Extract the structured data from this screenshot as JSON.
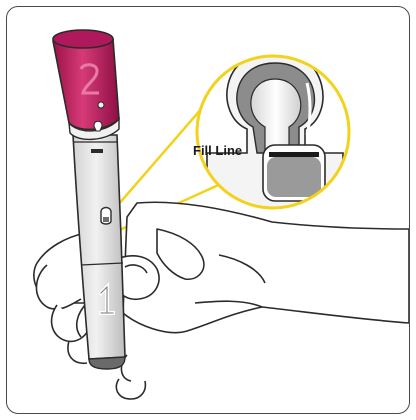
{
  "diagram": {
    "fill_line_label": "Fill Line",
    "cap_number": "2",
    "base_number": "1"
  },
  "colors": {
    "cap": "#c2185b",
    "cap_dark": "#8e0f43",
    "cap_highlight": "#e87aa6",
    "callout_circle": "#f2d21b",
    "pen_body": "#e6e6e6",
    "outline": "#2b2b2b"
  }
}
